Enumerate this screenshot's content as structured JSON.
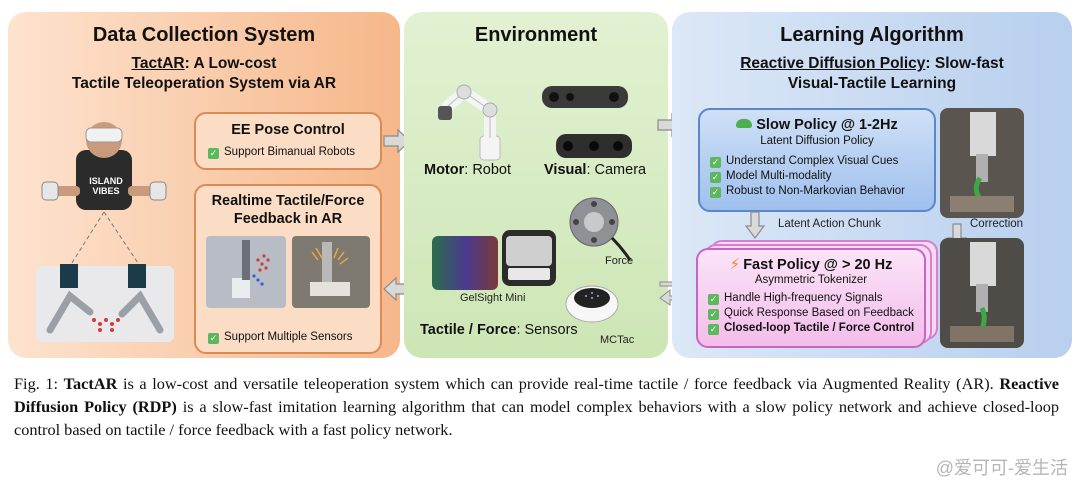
{
  "data_collection": {
    "title": "Data Collection System",
    "subtitle_name": "TactAR",
    "subtitle_rest": ": A Low-cost",
    "subtitle_line2": "Tactile Teleoperation System via AR",
    "ee_box": {
      "title": "EE Pose Control",
      "item": "Support Bimanual Robots"
    },
    "feedback_box": {
      "title_line1": "Realtime Tactile/Force",
      "title_line2": "Feedback in AR",
      "item": "Support Multiple Sensors"
    },
    "shirt_text": "ISLAND VIBES"
  },
  "environment": {
    "title": "Environment",
    "motor_bold": "Motor",
    "motor_rest": ": Robot",
    "visual_bold": "Visual",
    "visual_rest": ": Camera",
    "sensor_bold": "Tactile / Force",
    "sensor_rest": ": Sensors",
    "gelsight": "GelSight Mini",
    "force": "Force",
    "mctac": "MCTac"
  },
  "learning": {
    "title": "Learning Algorithm",
    "subtitle_name": "Reactive Diffusion Policy",
    "subtitle_rest": ": Slow-fast",
    "subtitle_line2": "Visual-Tactile Learning",
    "slow": {
      "title": "Slow Policy @ 1-2Hz",
      "sub": "Latent Diffusion Policy",
      "items": [
        "Understand Complex Visual Cues",
        "Model Multi-modality",
        "Robust to Non-Markovian Behavior"
      ]
    },
    "latent_chunk": "Latent Action Chunk",
    "fast": {
      "title": "Fast Policy @ > 20 Hz",
      "sub": "Asymmetric Tokenizer",
      "items": [
        "Handle High-frequency Signals",
        "Quick Response Based on Feedback",
        "Closed-loop Tactile / Force Control"
      ]
    },
    "correction": "Correction"
  },
  "caption": {
    "prefix": "Fig. 1: ",
    "b1": "TactAR",
    "t1": " is a low-cost and versatile teleoperation system which can provide real-time tactile / force feedback via Augmented Reality (AR). ",
    "b2": "Reactive Diffusion Policy (RDP)",
    "t2": " is a slow-fast imitation learning algorithm that can model complex behaviors with a slow policy network and achieve closed-loop control based on tactile / force feedback with a fast policy network."
  },
  "watermark": "@爱可可-爱生活",
  "colors": {
    "orange_panel": "#f6b78a",
    "green_panel": "#cde6b5",
    "blue_panel": "#b8cfee",
    "pink_box": "#f6c4ee",
    "check": "#5cb85c"
  }
}
